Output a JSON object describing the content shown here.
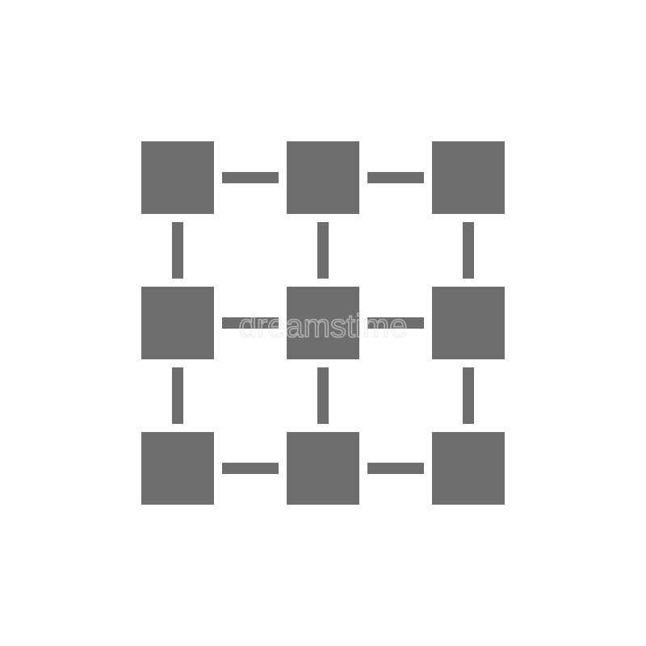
{
  "icon": {
    "name": "grid-network-icon",
    "color": "#6e6e6e",
    "background": "#ffffff",
    "rows": 3,
    "columns": 3
  },
  "watermark": {
    "text": "dreamstime",
    "color": "#e6e6e6"
  }
}
